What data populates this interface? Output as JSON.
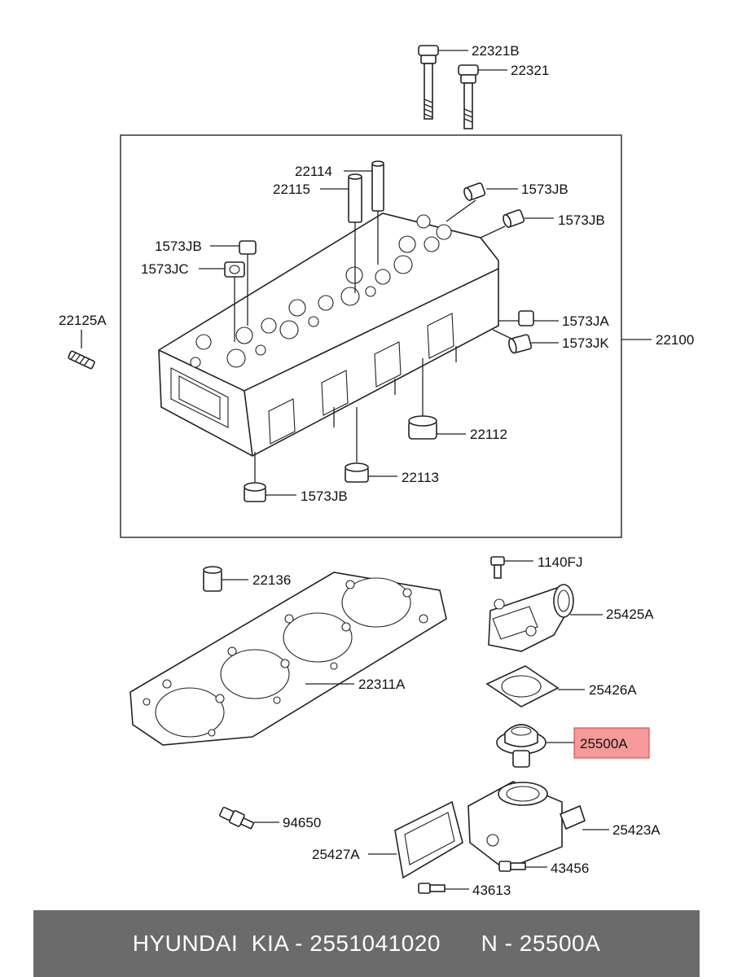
{
  "parts": {
    "p22321B": "22321B",
    "p22321": "22321",
    "p22114": "22114",
    "p22115": "22115",
    "p1573JB_a": "1573JB",
    "p1573JB_b": "1573JB",
    "p1573JB_c": "1573JB",
    "p1573JB_d": "1573JB",
    "p1573JC": "1573JC",
    "p22125A": "22125A",
    "p1573JA": "1573JA",
    "p1573JK": "1573JK",
    "p22100": "22100",
    "p22112": "22112",
    "p22113": "22113",
    "p22136": "22136",
    "p1140FJ": "1140FJ",
    "p25425A": "25425A",
    "p22311A": "22311A",
    "p25426A": "25426A",
    "p25500A": "25500A",
    "p94650": "94650",
    "p25423A": "25423A",
    "p25427A": "25427A",
    "p43456": "43456",
    "p43613": "43613"
  },
  "highlight": {
    "part": "25500A",
    "color": "#f07878"
  },
  "footer": {
    "text": "HYUNDAI  KIA - 2551041020      N - 25500A",
    "background": "#6b6b6b"
  }
}
